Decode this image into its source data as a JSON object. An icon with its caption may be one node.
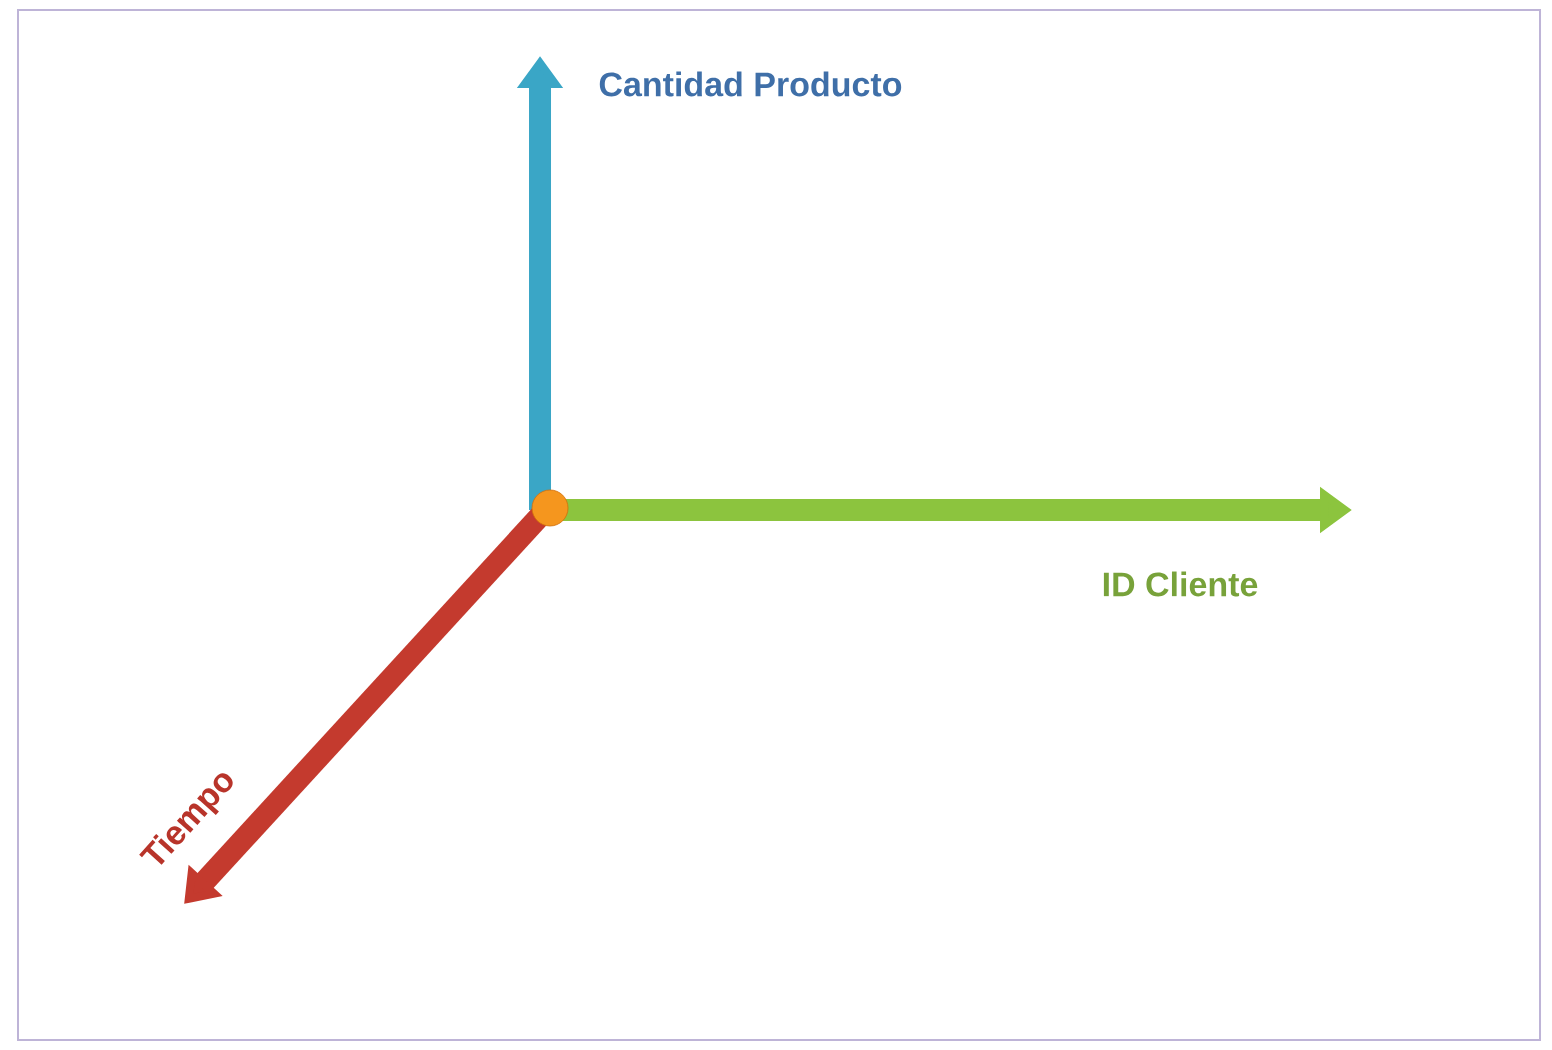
{
  "diagram": {
    "labels": [
      "Cantidad Producto",
      "ID Cliente",
      "Tiempo"
    ]
  }
}
